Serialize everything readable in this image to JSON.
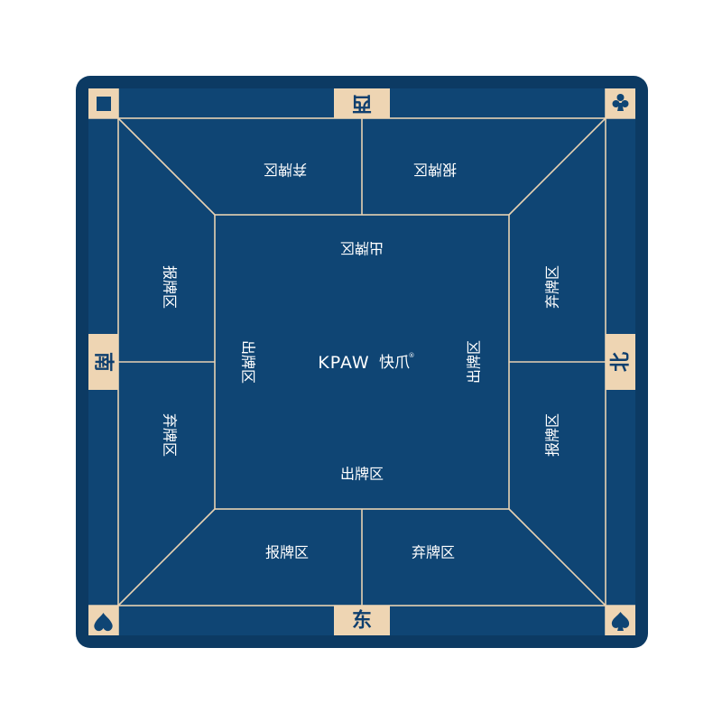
{
  "mat": {
    "brand_latin": "KPAW",
    "brand_cn": "快爪",
    "brand_mark": "®",
    "colors": {
      "felt": "#0f4574",
      "border": "#0c3a63",
      "line": "#e8d2b3",
      "badge": "#eed5b3",
      "badge_text": "#0f3f6e",
      "label": "#ffffff"
    },
    "seats": {
      "north": "西",
      "south": "东",
      "west": "南",
      "east": "北"
    },
    "labels": {
      "top_left_discard": "弃牌区",
      "top_right_report": "报牌区",
      "bottom_left_report": "报牌区",
      "bottom_right_discard": "弃牌区",
      "left_top_report": "报牌区",
      "left_bottom_discard": "弃牌区",
      "right_top_discard": "弃牌区",
      "right_bottom_report": "报牌区",
      "center_top_play": "出牌区",
      "center_bottom_play": "出牌区",
      "center_left_play": "出牌区",
      "center_right_play": "出牌区"
    },
    "corner_icons": [
      "diamond-icon",
      "club-icon",
      "heart-icon",
      "spade-icon"
    ]
  }
}
